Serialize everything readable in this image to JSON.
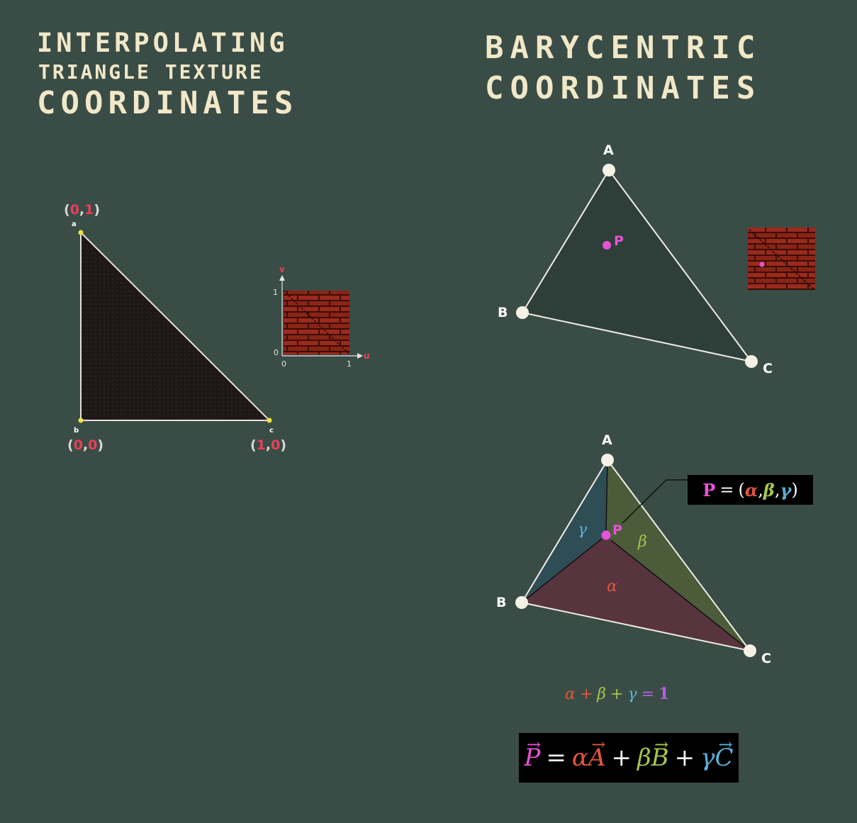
{
  "left_title": {
    "line1": "INTERPOLATING",
    "line2": "TRIANGLE TEXTURE",
    "line3": "COORDINATES"
  },
  "right_title": {
    "line1": "BARYCENTRIC",
    "line2": "COORDINATES"
  },
  "uv_triangle": {
    "vertex_a": {
      "name": "a",
      "open": "(",
      "u": "0",
      "sep": ",",
      "v": "1",
      "close": ")"
    },
    "vertex_b": {
      "name": "b",
      "open": "(",
      "u": "0",
      "sep": ",",
      "v": "0",
      "close": ")"
    },
    "vertex_c": {
      "name": "c",
      "open": "(",
      "u": "1",
      "sep": ",",
      "v": "0",
      "close": ")"
    },
    "fill_color": "#1e1718",
    "vertex_color": "#f3e23c"
  },
  "uv_texture": {
    "u_axis_label": "u",
    "v_axis_label": "v",
    "tick_0_u": "0",
    "tick_1_u": "1",
    "tick_0_v": "0",
    "tick_1_v": "1",
    "brick_color": "#9a2a1c",
    "mortar_color": "#3a0d08"
  },
  "bary_triangle_top": {
    "vertex_a": "A",
    "vertex_b": "B",
    "vertex_c": "C",
    "point_label": "P",
    "fill_color": "#2e3e39"
  },
  "bary_triangle_bottom": {
    "vertex_a": "A",
    "vertex_b": "B",
    "vertex_c": "C",
    "point_label": "P",
    "alpha": "α",
    "beta": "β",
    "gamma": "γ",
    "region_colors": {
      "alpha": "#58343e",
      "beta": "#4c5c3a",
      "gamma": "#2f4d55"
    }
  },
  "equation_point": {
    "p": "P",
    "eq": "=",
    "open": "(",
    "alpha": "α",
    "comma1": ",",
    "beta": "β",
    "comma2": ",",
    "gamma": "γ",
    "close": ")"
  },
  "equation_sum": {
    "alpha": "α",
    "plus1": "+",
    "beta": "β",
    "plus2": "+",
    "gamma": "γ",
    "eq": "=",
    "one": "1"
  },
  "equation_vector": {
    "p": "P",
    "eq": "=",
    "alpha": "α",
    "a": "A",
    "plus1": "+",
    "beta": "β",
    "b": "B",
    "plus2": "+",
    "gamma": "γ",
    "c": "C"
  },
  "colors": {
    "background": "#3a4c46",
    "title": "#f1e8c8",
    "point": "#e653d6",
    "alpha": "#e2563c",
    "beta": "#a6c64c",
    "gamma": "#5ab0d8"
  }
}
